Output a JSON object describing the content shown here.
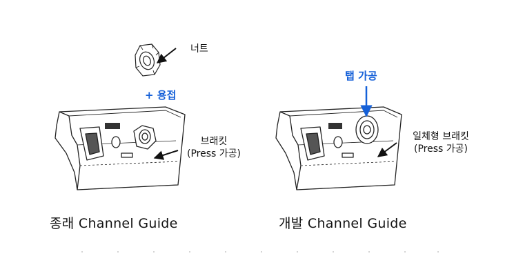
{
  "left": {
    "nut_label": "너트",
    "weld_label": "+ 용접",
    "bracket_line1": "브래킷",
    "bracket_line2": "(Press 가공)",
    "caption": "종래 Channel Guide"
  },
  "right": {
    "tap_label": "탭 가공",
    "bracket_line1": "일체형 브래킷",
    "bracket_line2": "(Press 가공)",
    "caption": "개발 Channel Guide"
  },
  "colors": {
    "accent": "#1560d8",
    "line": "#111111"
  }
}
